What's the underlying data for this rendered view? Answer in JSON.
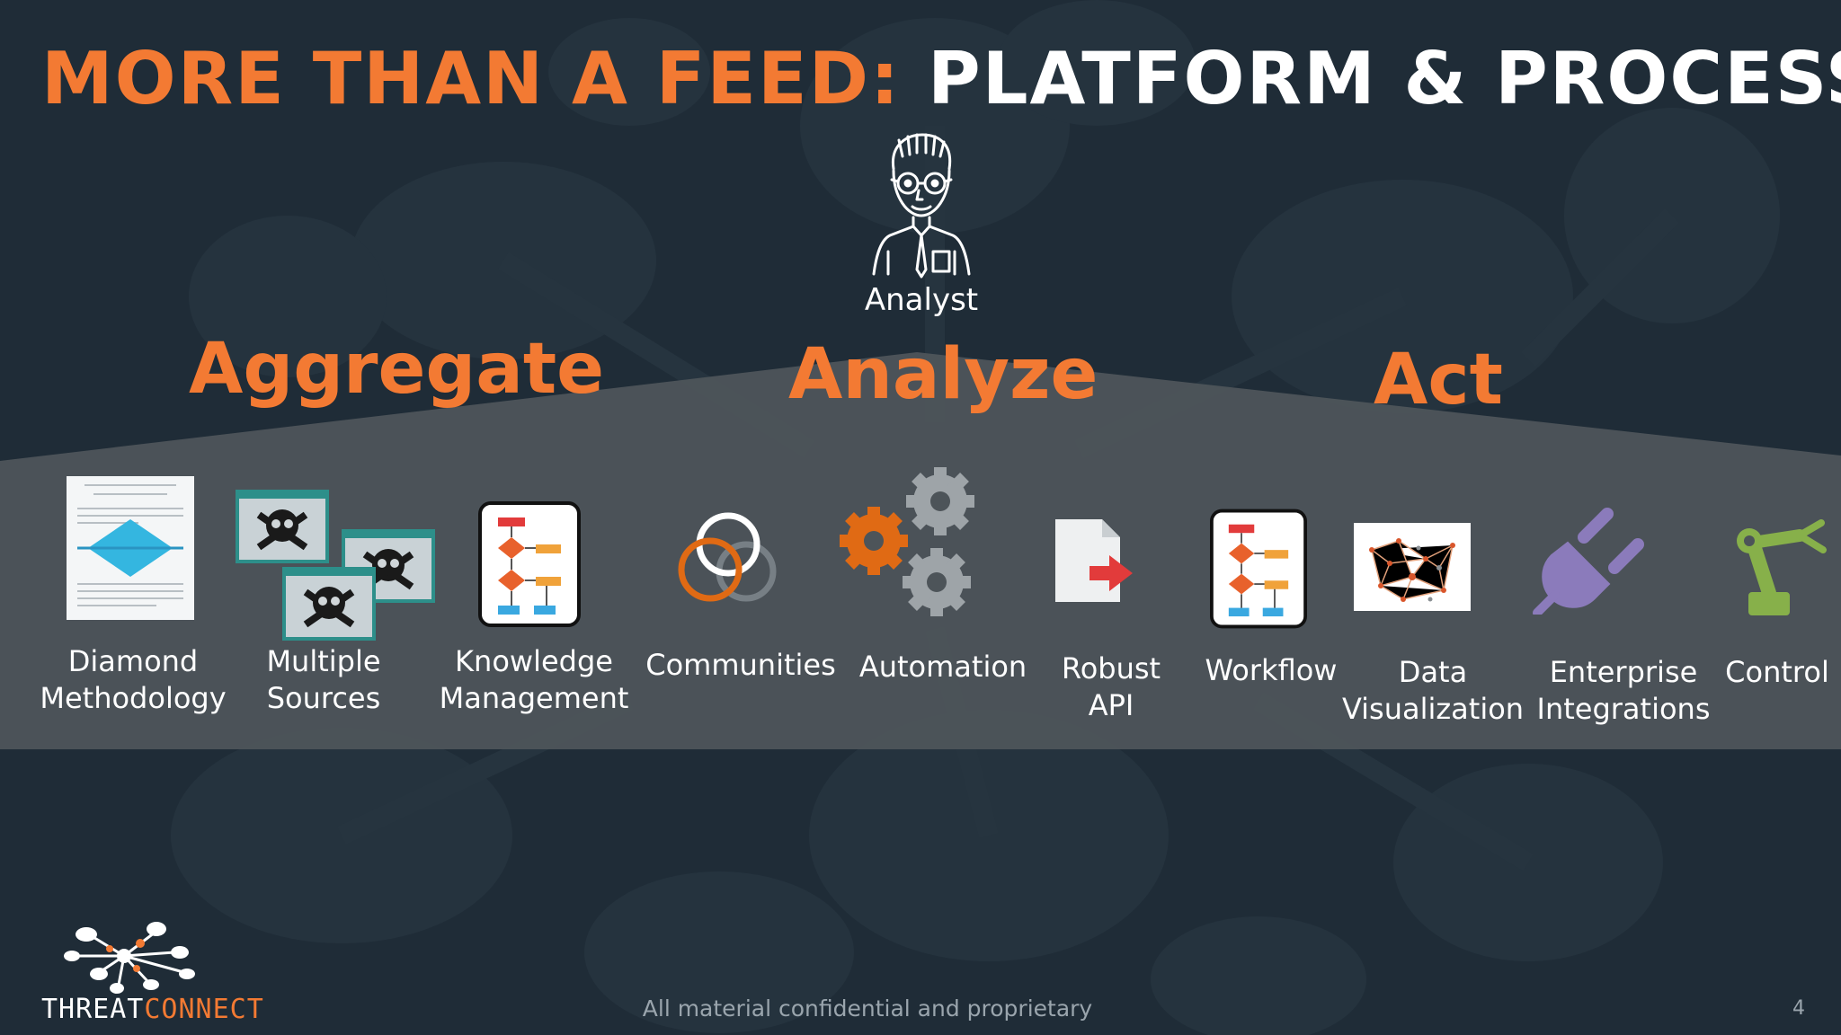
{
  "slide": {
    "title_orange": "MORE THAN A FEED:",
    "title_white": "PLATFORM & PROCESS",
    "analyst_label": "Analyst",
    "stages": [
      "Aggregate",
      "Analyze",
      "Act"
    ],
    "footer": "All material confidential and proprietary",
    "page_number": "4"
  },
  "items": [
    {
      "name": "diamond-methodology",
      "icon": "document-diamond-icon",
      "lines": [
        "Diamond",
        "Methodology"
      ]
    },
    {
      "name": "multiple-sources",
      "icon": "skull-windows-icon",
      "lines": [
        "Multiple",
        "Sources"
      ]
    },
    {
      "name": "knowledge-management",
      "icon": "flowchart-icon",
      "lines": [
        "Knowledge",
        "Management"
      ]
    },
    {
      "name": "communities",
      "icon": "rings-icon",
      "lines": [
        "Communities"
      ]
    },
    {
      "name": "automation",
      "icon": "gears-icon",
      "lines": [
        "Automation"
      ]
    },
    {
      "name": "robust-api",
      "icon": "file-arrow-icon",
      "lines": [
        "Robust",
        "API"
      ]
    },
    {
      "name": "workflow",
      "icon": "flowchart-icon",
      "lines": [
        "Workflow"
      ]
    },
    {
      "name": "data-visualization",
      "icon": "network-graph-icon",
      "lines": [
        "Data",
        "Visualization"
      ]
    },
    {
      "name": "enterprise-integrations",
      "icon": "plug-icon",
      "lines": [
        "Enterprise",
        "Integrations"
      ]
    },
    {
      "name": "control",
      "icon": "robot-arm-icon",
      "lines": [
        "Control"
      ]
    }
  ],
  "logo": {
    "text_white": "THREAT",
    "text_orange": "CONNECT"
  },
  "colors": {
    "accent": "#f37a33",
    "background": "#1f2c37",
    "band": "#4d5459",
    "text": "#ffffff"
  }
}
